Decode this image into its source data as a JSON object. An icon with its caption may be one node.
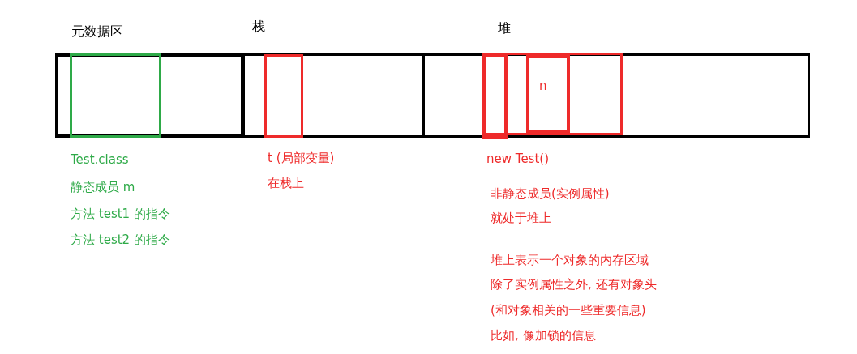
{
  "diagram": {
    "nodes": [
      {
        "text": [
          "元数据区"
        ]
      },
      {
        "text": [],
        "shape": "box",
        "in": 0,
        "beside": [
          "Test.class",
          "静态成员 m",
          "方法 test1 的指令",
          "方法 test2 的指令"
        ]
      },
      {
        "text": [
          "栈"
        ]
      },
      {
        "text": [],
        "shape": "box",
        "in": 2,
        "beside": [
          "t (局部变量)",
          "在栈上"
        ]
      },
      {
        "text": [
          "堆"
        ]
      },
      {
        "text": [],
        "shape": "box",
        "in": 4,
        "beside": [
          "new Test()",
          "非静态成员(实例属性)",
          "就处于堆上",
          "堆上表示一个对象的内存区域",
          "除了实例属性之外, 还有对象头",
          "(和对象相关的一些重要信息)",
          "比如, 像加锁的信息"
        ]
      },
      {
        "text": [],
        "shape": "box",
        "in": 5
      },
      {
        "text": [
          "n"
        ],
        "in": 5
      }
    ]
  }
}
